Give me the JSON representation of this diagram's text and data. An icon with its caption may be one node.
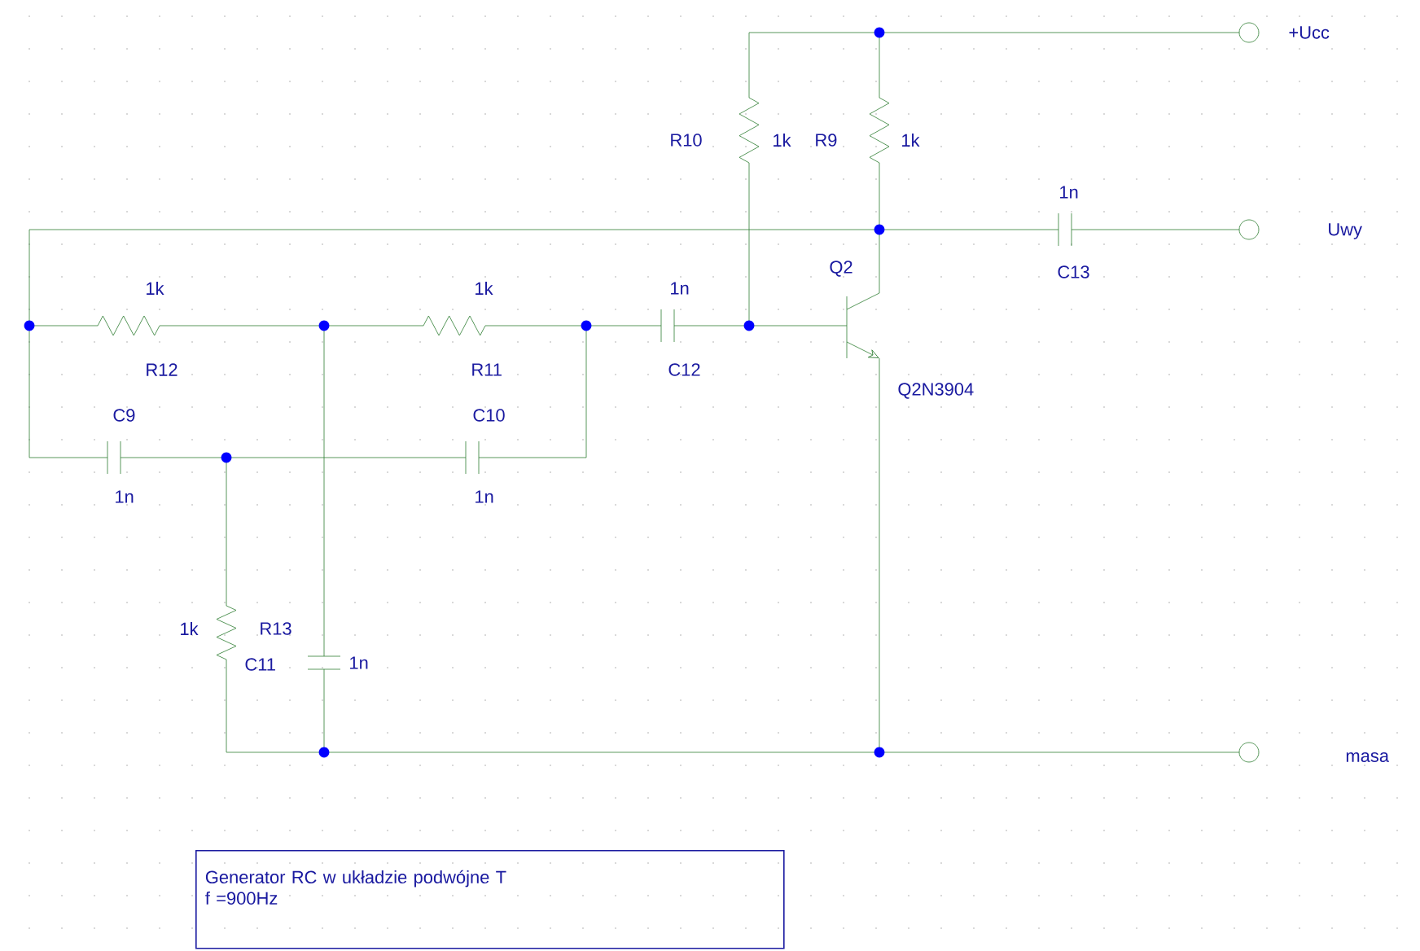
{
  "diagram": {
    "nodes": [
      {
        "text": [
          "Generator RC w układzie podwójne T",
          "f =900Hz"
        ]
      }
    ],
    "labels": [
      "+Ucc",
      "R10",
      "1k",
      "R9",
      "1k",
      "1n",
      "Uwy",
      "Q2",
      "C13",
      "1k",
      "1k",
      "1n",
      "R12",
      "R11",
      "C12",
      "Q2N3904",
      "C9",
      "C10",
      "1n",
      "1n",
      "1k",
      "R13",
      "C11",
      "1n",
      "masa"
    ]
  }
}
